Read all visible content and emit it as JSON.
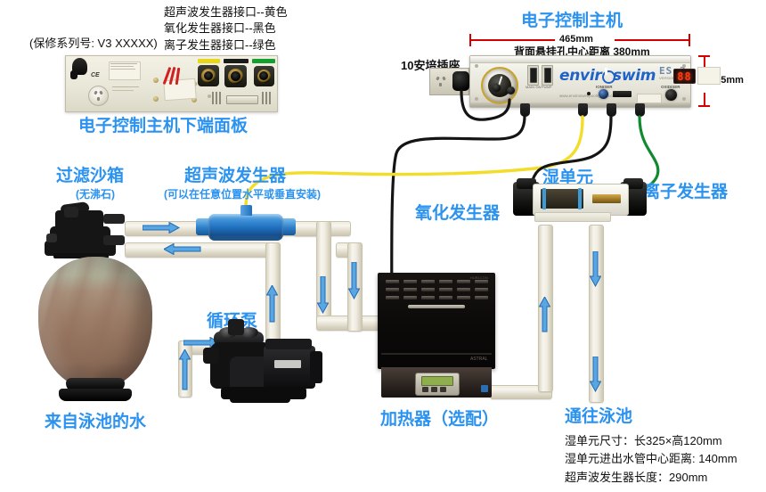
{
  "diagram": {
    "title_unit": "电子控制主机",
    "brand": "envir swim",
    "brand_model": "ES-3",
    "display_value": "88"
  },
  "annotations": {
    "port_legend": [
      "超声波发生器接口--黄色",
      "氧化发生器接口--黑色",
      "离子发生器接口--绿色"
    ],
    "serial": "(保修系列号: V3 XXXXX)",
    "bottom_panel_label": "电子控制主机下端面板",
    "socket_label": "10安培插座"
  },
  "dimensions": {
    "width": "465mm",
    "mount_hole": "背面悬挂孔中心距离 380mm",
    "height": "165mm"
  },
  "labels": {
    "sand_filter": "过滤沙箱",
    "sand_filter_sub": "(无沸石)",
    "ultrasonic": "超声波发生器",
    "ultrasonic_sub": "(可以在任意位置水平或垂直安装)",
    "pump": "循环泵",
    "water_from_pool": "来自泳池的水",
    "heater": "加热器（选配）",
    "oxidation": "氧化发生器",
    "wet_cell": "湿单元",
    "ion": "离子发生器",
    "to_pool": "通往泳池"
  },
  "specs": [
    "湿单元尺寸：长325×高120mm",
    "湿单元进出水管中心距离: 140mm",
    "超声波发生器长度：290mm"
  ],
  "colors": {
    "label_blue": "#2b93ef",
    "dimension_red": "#d40000",
    "cable_yellow": "#f2dd2a",
    "cable_black": "#141414",
    "cable_green": "#108a2e",
    "arrow_blue": "#4ea3e0"
  }
}
